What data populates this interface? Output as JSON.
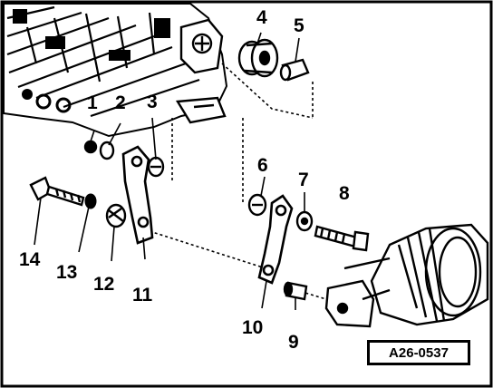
{
  "figure": {
    "reference_code": "A26-0537",
    "callouts": {
      "c1": "1",
      "c2": "2",
      "c3": "3",
      "c4": "4",
      "c5": "5",
      "c6": "6",
      "c7": "7",
      "c8": "8",
      "c9": "9",
      "c10": "10",
      "c11": "11",
      "c12": "12",
      "c13": "13",
      "c14": "14"
    }
  }
}
